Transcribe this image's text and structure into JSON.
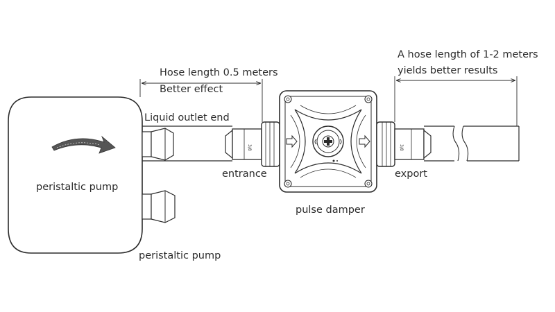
{
  "labels": {
    "hose_short_line1": "Hose length 0.5 meters",
    "hose_short_line2": "Better effect",
    "hose_long_line1": "A hose length of 1-2 meters",
    "hose_long_line2": "yields better results",
    "liquid_outlet": "Liquid outlet end",
    "entrance": "entrance",
    "export": "export",
    "pulse_damper": "pulse damper",
    "pump_inside": "peristaltic pump",
    "pump_below": "peristaltic pump"
  },
  "colors": {
    "line": "#2b2b2b",
    "pump_arrow": "#555555",
    "background": "#ffffff"
  }
}
